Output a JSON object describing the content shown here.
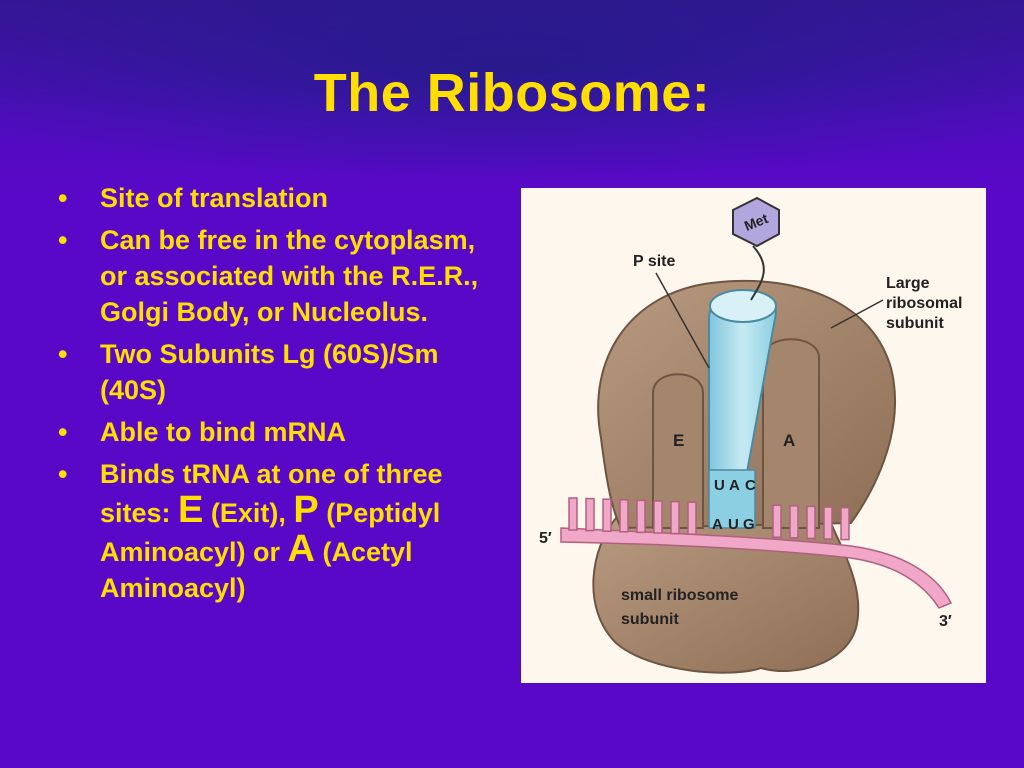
{
  "slide": {
    "title": "The Ribosome:",
    "bullets": [
      {
        "text": "Site of translation"
      },
      {
        "text": "Can be free in the cytoplasm, or associated with the R.E.R., Golgi Body, or Nucleolus."
      },
      {
        "text": "Two Subunits Lg (60S)/Sm (40S)"
      },
      {
        "text": "Able to bind mRNA"
      }
    ],
    "last_bullet": {
      "prefix": "Binds tRNA at one of three sites: ",
      "site_e": "E",
      "site_e_desc": " (Exit), ",
      "site_p": "P",
      "site_p_desc": " (Peptidyl Aminoacyl) or ",
      "site_a": "A",
      "site_a_desc": " (Acetyl Aminoacyl)"
    },
    "bullet_symbol": "•"
  },
  "figure": {
    "met": "Met",
    "p_site": "P site",
    "large_subunit": [
      "Large",
      "ribosomal",
      "subunit"
    ],
    "small_subunit": [
      "small ribosome",
      "subunit"
    ],
    "site_e": "E",
    "site_a": "A",
    "anticodon": [
      "U",
      "A",
      "C"
    ],
    "codon": [
      "A",
      "U",
      "G"
    ],
    "five_prime": "5′",
    "three_prime": "3′",
    "colors": {
      "ribosome": "#a9896e",
      "ribosome_dark": "#7a5e48",
      "trna": "#a9dbe8",
      "mrna": "#f1a7c7",
      "text": "#ffde00",
      "background": "#5c06cc"
    }
  }
}
